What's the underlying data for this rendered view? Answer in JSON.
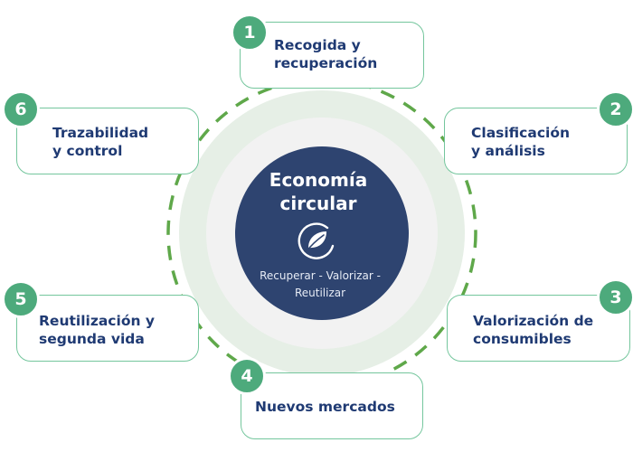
{
  "center": {
    "title": "Economía\ncircular",
    "subtitle": "Recuperar - Valorizar -\nReutilizar",
    "icon": "leaf-circle-icon"
  },
  "steps": [
    {
      "number": "1",
      "label": "Recogida y\nrecuperación"
    },
    {
      "number": "2",
      "label": "Clasificación\ny análisis"
    },
    {
      "number": "3",
      "label": "Valorización de\nconsumibles"
    },
    {
      "number": "4",
      "label": "Nuevos mercados"
    },
    {
      "number": "5",
      "label": "Reutilización y\nsegunda vida"
    },
    {
      "number": "6",
      "label": "Trazabilidad\ny control"
    }
  ],
  "colors": {
    "accent": "#4daa7c",
    "box_border": "#74c69d",
    "text": "#1f3a73",
    "center_fill": "#2e4470",
    "outer_ring": "#e6efe6",
    "inner_ring": "#f2f2f2",
    "dash": "#5fa84a"
  }
}
